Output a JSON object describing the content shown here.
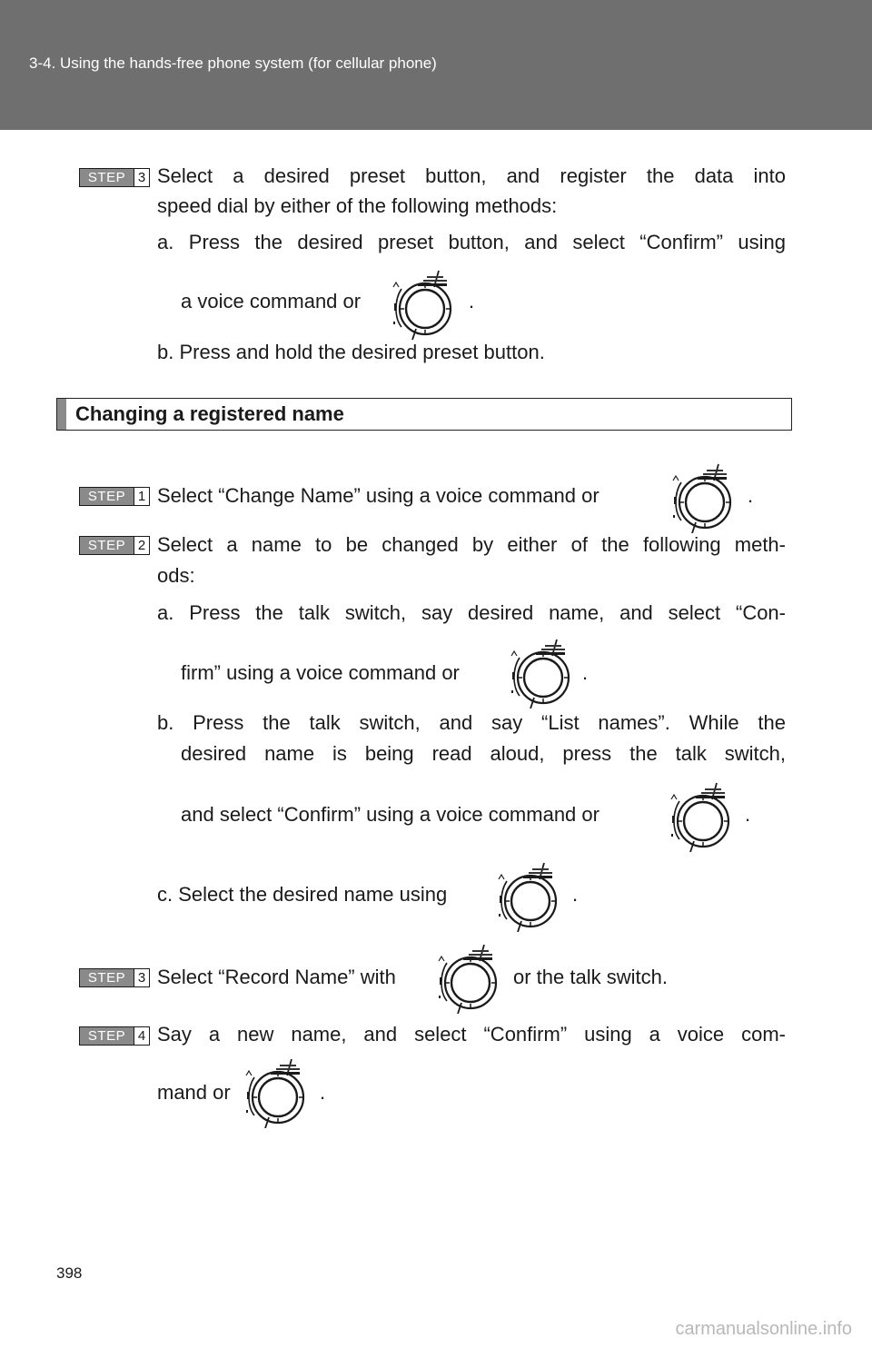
{
  "header": {
    "section": "3-4. Using the hands-free phone system (for cellular phone)"
  },
  "steps": {
    "step_label": "STEP",
    "s3a_num": "3",
    "s1_num": "1",
    "s2_num": "2",
    "s3b_num": "3",
    "s4_num": "4"
  },
  "text": {
    "s3a_l1": "Select a desired preset button, and register the data into",
    "s3a_l2": "speed dial by either of the following methods:",
    "s3a_a1": "a. Press the desired preset button, and select “Confirm” using",
    "s3a_a2": "a voice command or",
    "s3a_b": "b. Press and hold the desired preset button.",
    "section_title": "Changing a registered name",
    "s1": "Select “Change Name” using a voice command or",
    "s2_l1": "Select a name to be changed by either of the following meth-",
    "s2_l2": "ods:",
    "s2_a1": "a. Press the talk switch, say desired name, and select “Con-",
    "s2_a2": "firm” using a voice command or",
    "s2_b1": "b. Press the talk switch, and say “List names”. While the",
    "s2_b2": "desired name is being read aloud, press the talk switch,",
    "s2_b3": "and select “Confirm” using a voice command or",
    "s2_c": "c. Select the desired name using",
    "s3b_pre": "Select “Record Name” with",
    "s3b_post": "or the talk switch.",
    "s4_l1": "Say a new name, and select “Confirm” using a voice com-",
    "s4_l2": "mand or",
    "period": "."
  },
  "icons": {
    "knob": "tune-scroll-knob-icon"
  },
  "footer": {
    "page_number": "398",
    "watermark": "carmanualsonline.info"
  }
}
